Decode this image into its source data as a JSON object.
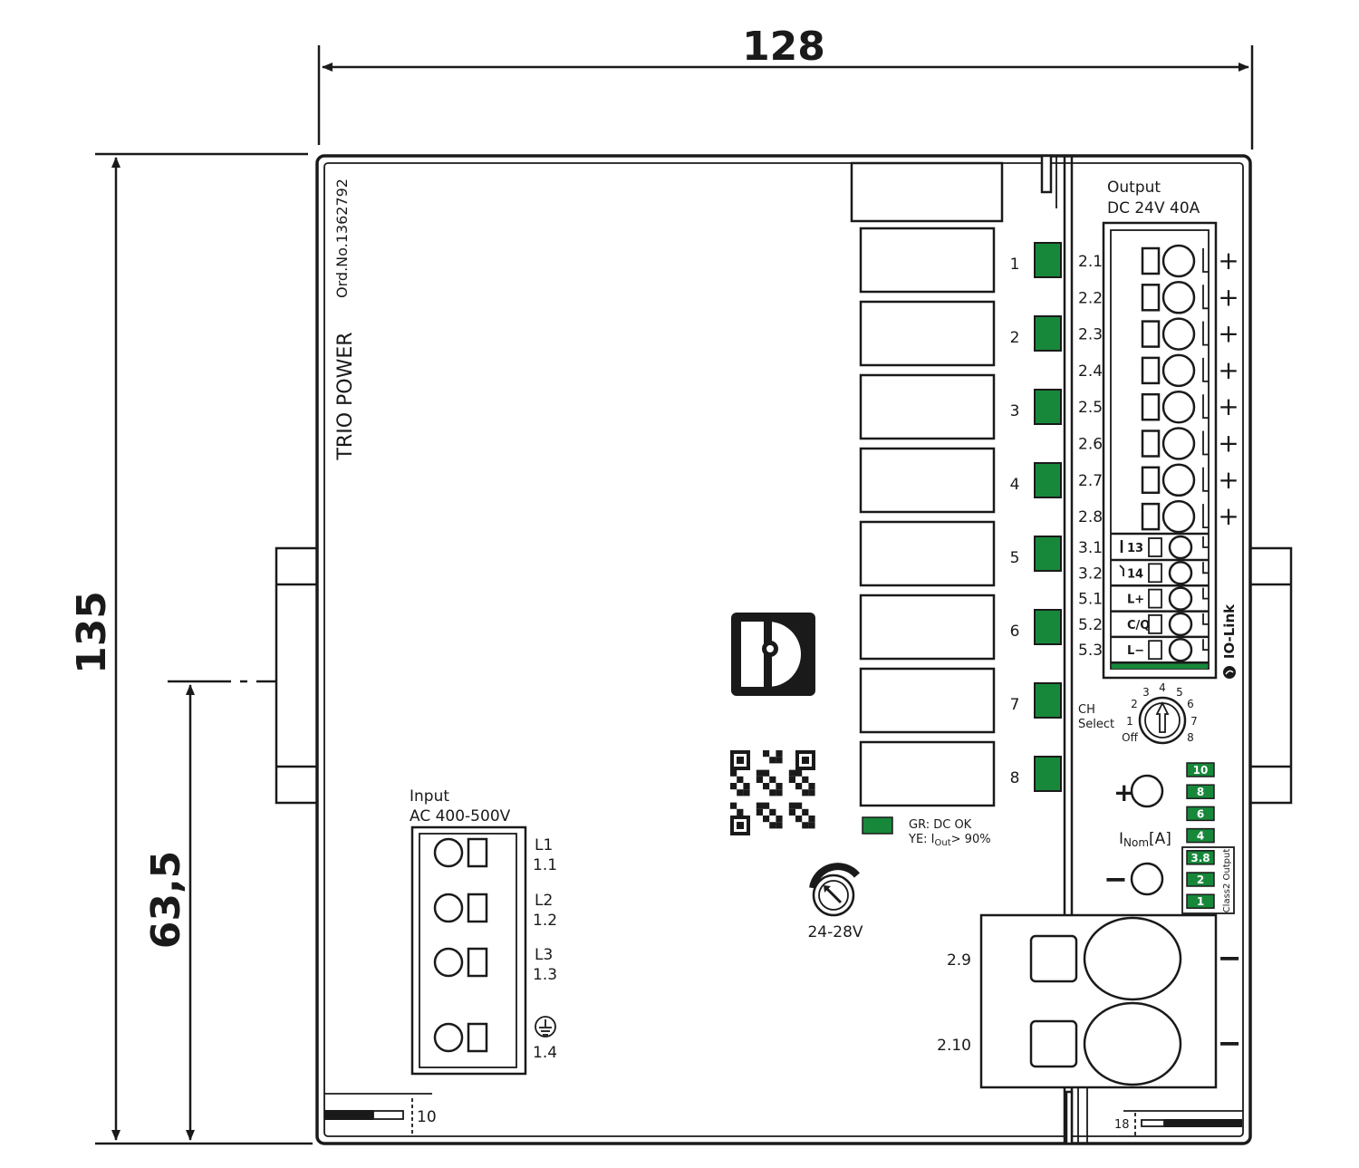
{
  "dimensions": {
    "width": "128",
    "height": "135",
    "rail_height": "63,5"
  },
  "product": {
    "name": "TRIO POWER",
    "order_no": "Ord.No.1362792"
  },
  "channels": [
    "1",
    "2",
    "3",
    "4",
    "5",
    "6",
    "7",
    "8"
  ],
  "legend": {
    "line1": "GR: DC OK",
    "line2_prefix": "YE: I",
    "line2_sub": "Out",
    "line2_suffix": "> 90%"
  },
  "pot_label": "24-28V",
  "input": {
    "title": "Input",
    "rating": "AC 400-500V",
    "terminals": [
      {
        "name": "L1",
        "num": "1.1"
      },
      {
        "name": "L2",
        "num": "1.2"
      },
      {
        "name": "L3",
        "num": "1.3"
      },
      {
        "name": "",
        "num": "1.4"
      }
    ]
  },
  "output": {
    "title": "Output",
    "rating": "DC 24V 40A",
    "plus_terminals": [
      "2.1",
      "2.2",
      "2.3",
      "2.4",
      "2.5",
      "2.6",
      "2.7",
      "2.8"
    ],
    "plus_symbol": "+",
    "signal_terminals": [
      {
        "num": "3.1",
        "label": "13"
      },
      {
        "num": "3.2",
        "label": "14"
      },
      {
        "num": "5.1",
        "label": "L+"
      },
      {
        "num": "5.2",
        "label": "C/Q"
      },
      {
        "num": "5.3",
        "label": "L−"
      }
    ],
    "minus_terminals": [
      "2.9",
      "2.10"
    ],
    "minus_symbol": "−"
  },
  "io_link": "IO-Link",
  "ch_select": {
    "title1": "CH",
    "title2": "Select",
    "positions": [
      "Off",
      "1",
      "2",
      "3",
      "4",
      "5",
      "6",
      "7",
      "8"
    ]
  },
  "inom": {
    "label": "I",
    "sub": "Nom",
    "unit": "[A]",
    "plus": "+",
    "minus": "−",
    "levels": [
      "10",
      "8",
      "6",
      "4",
      "3.8",
      "2",
      "1"
    ],
    "class2_label": "Class2 Output"
  },
  "marks": {
    "left_bottom": "10",
    "right_bottom": "18"
  },
  "colors": {
    "green": "#17883a",
    "line": "#1a1a1a"
  }
}
